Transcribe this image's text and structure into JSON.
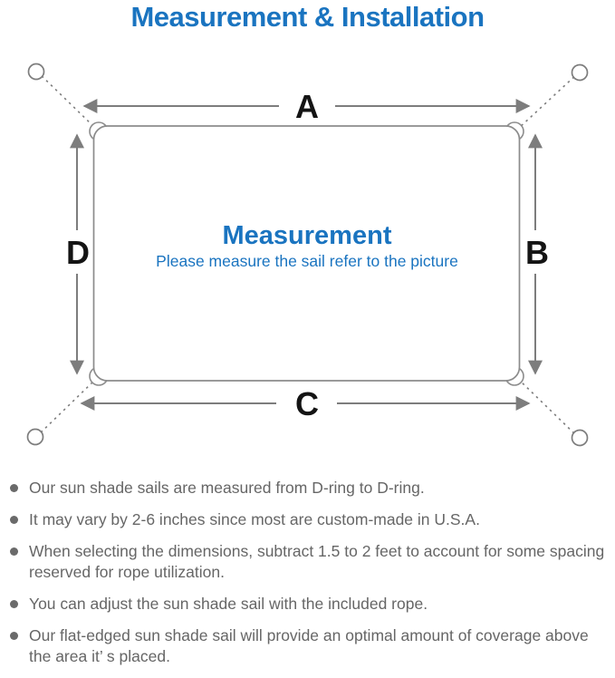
{
  "page": {
    "title": "Measurement & Installation"
  },
  "diagram": {
    "labels": {
      "top": "A",
      "right": "B",
      "bottom": "C",
      "left": "D"
    },
    "center_title": "Measurement",
    "center_subtitle": "Please measure the sail refer to the picture",
    "shapes": {
      "sail": "rounded-rectangle",
      "corner_hardware": "d-ring",
      "anchor_points": "circle",
      "rope": "dashed-line"
    }
  },
  "notes": {
    "items": [
      "Our sun shade sails are measured from D-ring to D-ring.",
      "It may vary by 2-6 inches since most are custom-made in U.S.A.",
      "When selecting the dimensions, subtract 1.5 to 2 feet to account for some spacing reserved for rope utilization.",
      "You can adjust the sun shade sail with the included rope.",
      "Our flat-edged sun shade sail will provide an optimal amount of coverage above the area it’ s placed."
    ]
  },
  "colors": {
    "accent_blue": "#1a74c0",
    "diagram_line_gray": "#7d7d7d",
    "sail_border_gray": "#8c8c8c",
    "dim_label_black": "#141414",
    "note_text_gray": "#666666"
  }
}
